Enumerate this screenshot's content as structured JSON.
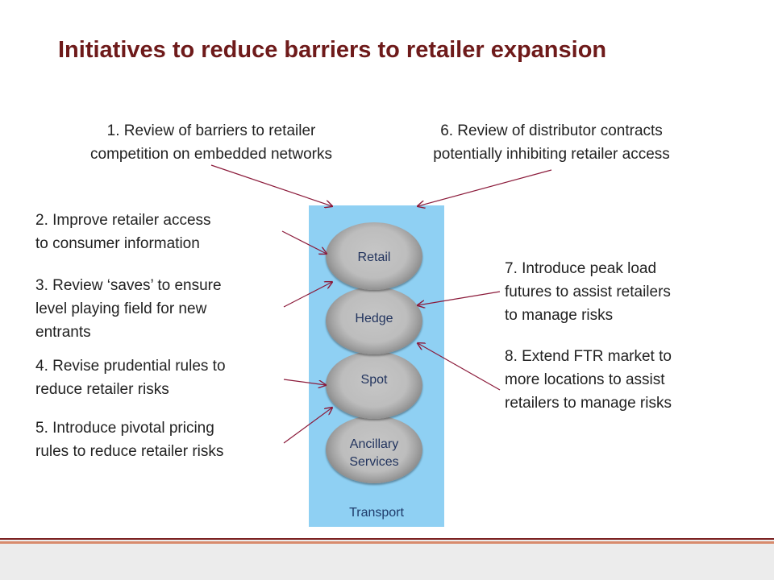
{
  "title": "Initiatives to reduce barriers to retailer expansion",
  "initiatives": [
    {
      "text": "1. Review of barriers to retailer\ncompetition on embedded networks"
    },
    {
      "text": "2. Improve retailer access\nto consumer information"
    },
    {
      "text": "3. Review ‘saves’ to ensure\nlevel playing field for new\nentrants"
    },
    {
      "text": "4. Revise prudential rules to\nreduce retailer risks"
    },
    {
      "text": "5. Introduce pivotal pricing\nrules to reduce retailer risks"
    },
    {
      "text": "6. Review of distributor contracts\npotentially inhibiting retailer access"
    },
    {
      "text": "7. Introduce peak load\nfutures to assist retailers\nto manage risks"
    },
    {
      "text": "8. Extend FTR market to\nmore locations to assist\nretailers to manage risks"
    }
  ],
  "stack": {
    "layers": [
      "Retail",
      "Hedge",
      "Spot",
      "Ancillary\nServices"
    ],
    "base": "Transport"
  },
  "colors": {
    "title": "#6e1a1a",
    "panel": "#8fd0f3",
    "arrow": "#8b1a3a",
    "disc_text": "#22345e",
    "footer_accent": "#7a1f1f"
  }
}
